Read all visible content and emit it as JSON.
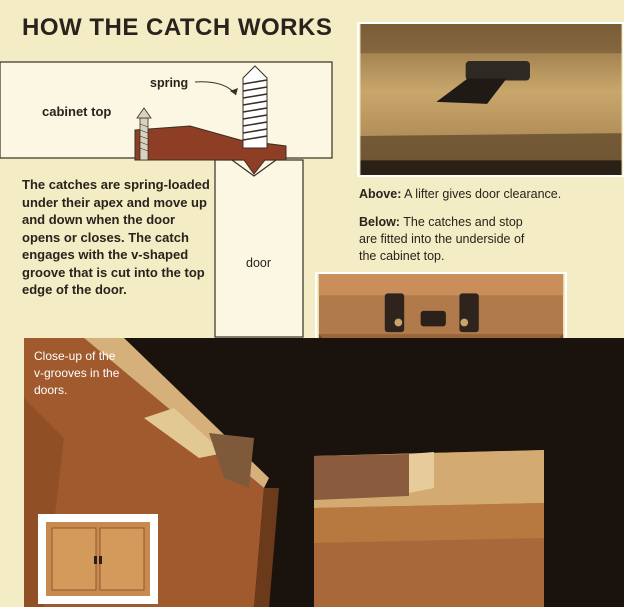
{
  "title": "HOW THE CATCH WORKS",
  "diagram": {
    "spring_label": "spring",
    "cabinet_top_label": "cabinet top",
    "door_label": "door"
  },
  "body_text": "The catches are spring-loaded under their apex and move up and down when the door opens or closes. The catch engages with the v-shaped groove that is cut into the top edge of the door.",
  "captions": {
    "above_label": "Above:",
    "above_text": "A lifter gives door clearance.",
    "below_label": "Below:",
    "below_text": "The catches and stop are fitted into the underside of the cabinet top.",
    "closeup_text": "Close-up of the v-grooves in the doors."
  }
}
